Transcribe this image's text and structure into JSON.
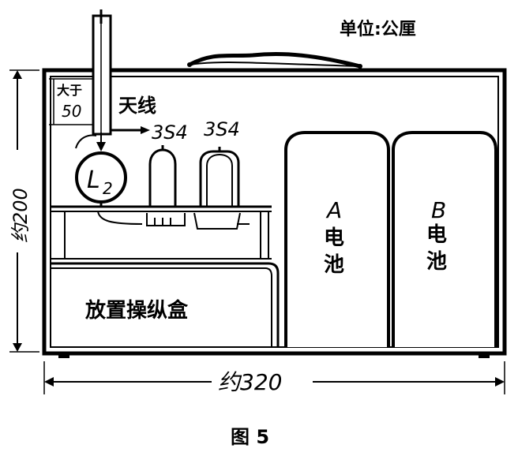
{
  "diagram": {
    "unit_label": "单位:公厘",
    "antenna_label": "天线",
    "antenna_gt_label": "大于",
    "antenna_gt_value": "50",
    "tube_1_label": "3S4",
    "tube_2_label": "3S4",
    "coil_label": "L",
    "coil_subscript": "2",
    "battery_a_letter": "A",
    "battery_a_char1": "电",
    "battery_a_char2": "池",
    "battery_b_letter": "B",
    "battery_b_char1": "电",
    "battery_b_char2": "池",
    "control_box_label": "放置操纵盒",
    "height_dim_label": "约200",
    "width_dim_label": "约320",
    "figure_caption": "图 5"
  },
  "colors": {
    "ink": "#000000",
    "paper": "#ffffff"
  }
}
